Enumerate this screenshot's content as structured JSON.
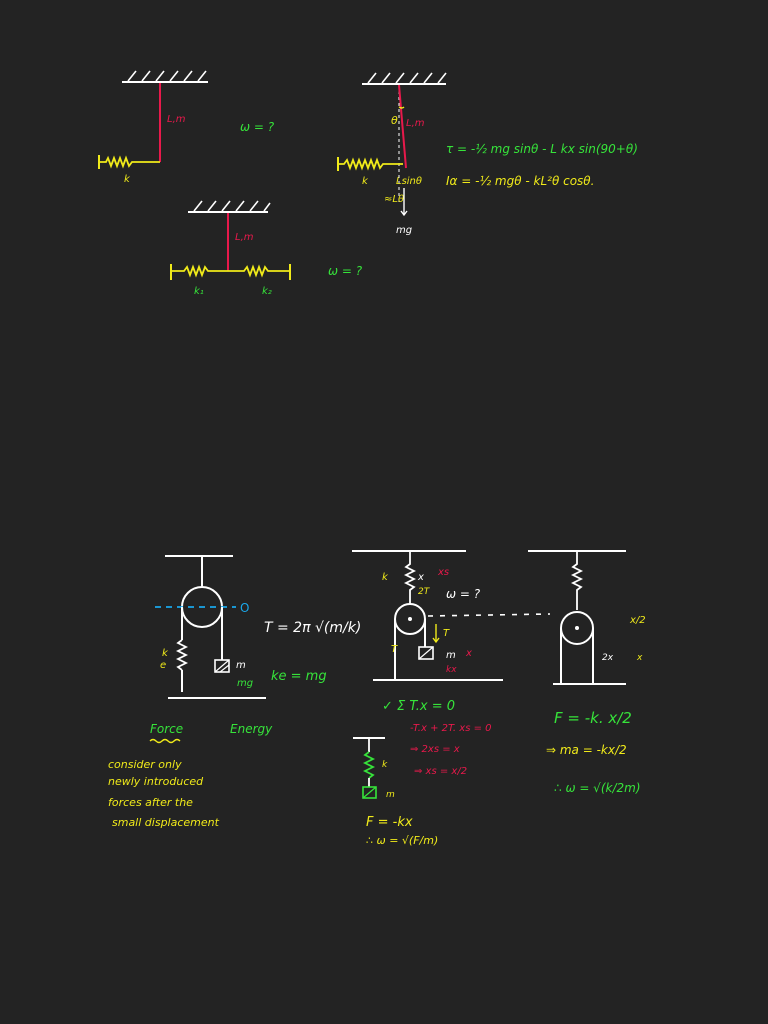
{
  "colors": {
    "background": "#232323",
    "white": "#ffffff",
    "red": "#e8194b",
    "yellow": "#f0ea1a",
    "green": "#36e33a",
    "cyan": "#1aa7ea"
  },
  "top_section": {
    "diagram1": {
      "rod_label": "L,m",
      "spring_label": "k",
      "question": "ω = ?"
    },
    "diagram2": {
      "theta_label": "θ",
      "rod_label": "L,m",
      "spring_label": "k",
      "disp_label_1": "Lsinθ",
      "disp_label_2": "≈Lθ",
      "weight_label": "mg",
      "torque_eq": "τ = -½ mg sinθ - L kx sin(90+θ)",
      "angular_eq": "Iα = -½ mgθ - kL²θ cosθ."
    },
    "diagram3": {
      "rod_label": "L,m",
      "spring1_label": "k₁",
      "spring2_label": "k₂",
      "question": "ω = ?"
    }
  },
  "bottom_section": {
    "pulley1": {
      "origin_label": "O",
      "spring_k": "k",
      "spring_e": "e",
      "mass_label": "m",
      "weight_label": "mg",
      "period_eq": "T = 2π √(m/k)",
      "equilibrium_eq": "ke = mg",
      "force_label": "Force",
      "energy_label": "Energy",
      "note_lines": [
        "consider only",
        "newly introduced",
        "forces after the",
        "small displacement"
      ]
    },
    "pulley2": {
      "spring_k": "k",
      "x_label": "x",
      "xs_label": "xs",
      "two_t_label": "2T",
      "question": "ω = ?",
      "t_right": "T",
      "t_left": "T",
      "mass_label": "m",
      "x_mass": "x",
      "kx_label": "kx",
      "sum_eq": "✓ Σ T.x = 0",
      "step1": "-T.x + 2T. xs = 0",
      "step2": "⇒ 2xs = x",
      "step3": "⇒ xs = x/2"
    },
    "pulley3": {
      "x_half": "x/2",
      "x_right": "x",
      "two_x": "2x",
      "force_eq": "F = -k. x/2",
      "ma_eq": "⇒ ma = -kx/2",
      "omega_eq": "∴ ω = √(k/2m)"
    },
    "simple": {
      "spring_k": "k",
      "mass_label": "m",
      "force_eq": "F = -kx",
      "omega_eq": "∴ ω = √(F/m)"
    }
  }
}
